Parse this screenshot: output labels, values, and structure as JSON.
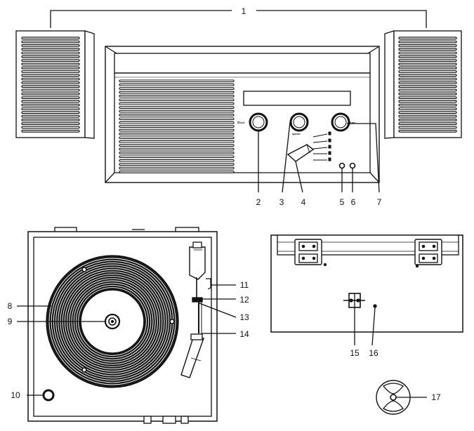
{
  "labels": {
    "l1": "1",
    "l2": "2",
    "l3": "3",
    "l4": "4",
    "l5": "5",
    "l6": "6",
    "l7": "7",
    "l8": "8",
    "l9": "9",
    "l10": "10",
    "l11": "11",
    "l12": "12",
    "l13": "13",
    "l14": "14",
    "l15": "15",
    "l16": "16",
    "l17": "17"
  },
  "knob_marks": {
    "power": "⏻/vol",
    "speed": "speed",
    "mode": "func"
  },
  "colors": {
    "line": "#111111",
    "fill": "#ffffff",
    "dark": "#1a1a1a"
  }
}
